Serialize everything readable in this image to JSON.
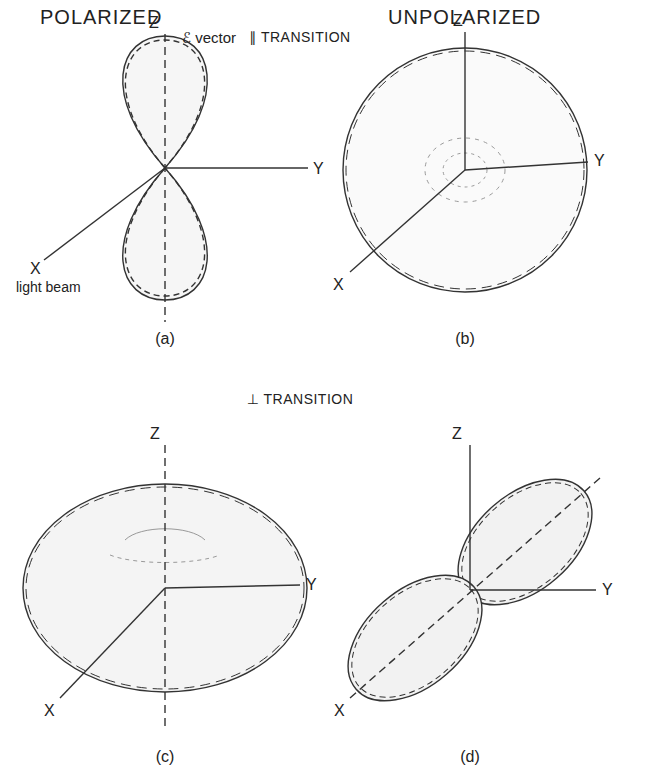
{
  "diagram": {
    "labels": [
      "POLARIZED",
      "UNPOLARIZED",
      "∥ TRANSITION",
      "Z",
      "ℰ vector",
      "Y",
      "X",
      "light beam",
      "(a)",
      "Z",
      "Y",
      "X",
      "(b)",
      "⊥ TRANSITION",
      "Z",
      "Y",
      "X",
      "(c)",
      "Z",
      "Y",
      "X",
      "(d)"
    ]
  }
}
